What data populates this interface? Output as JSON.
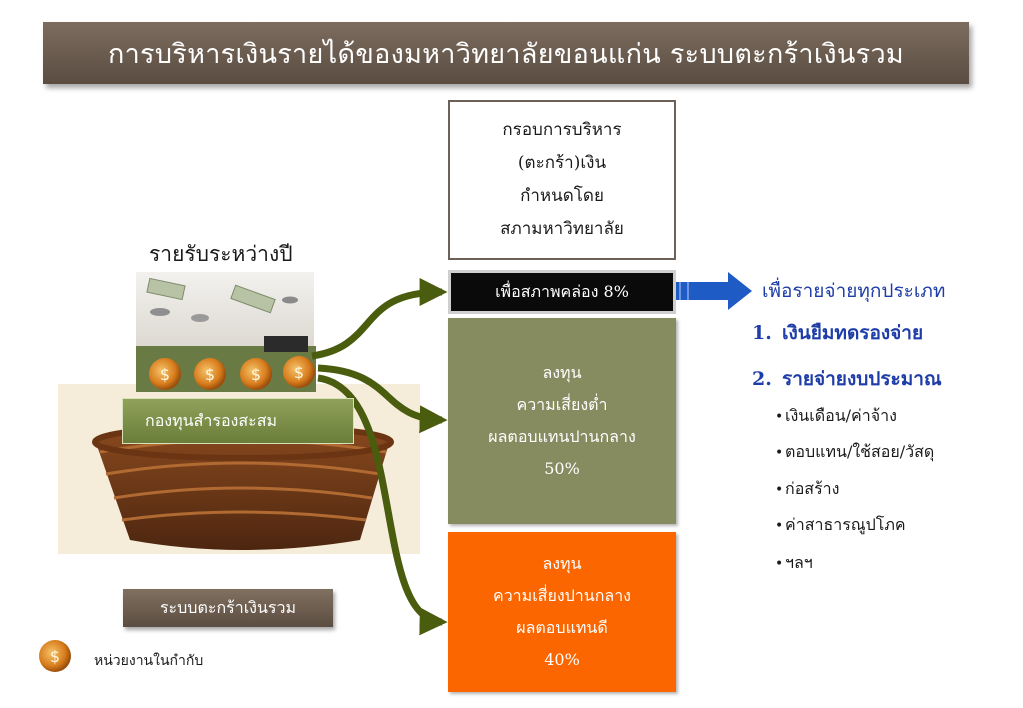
{
  "title": "การบริหารเงินรายได้ของมหาวิทยาลัยขอนแก่น ระบบตะกร้าเงินรวม",
  "frame_box": {
    "lines": [
      "กรอบการบริหาร",
      "(ตะกร้า)เงิน",
      "กำหนดโดย",
      "สภามหาวิทยาลัย"
    ]
  },
  "liquidity_box": {
    "label": "เพื่อสภาพคล่อง 8%"
  },
  "low_risk_box": {
    "lines": [
      "ลงทุน",
      "ความเสี่ยงต่ำ",
      "ผลตอบแทนปานกลาง",
      "50%"
    ]
  },
  "mid_risk_box": {
    "lines": [
      "ลงทุน",
      "ความเสี่ยงปานกลาง",
      "ผลตอบแทนดี",
      "40%"
    ]
  },
  "income_label": "รายรับระหว่างปี",
  "fund_label": "กองทุนสำรองสะสม",
  "system_label": "ระบบตะกร้าเงินรวม",
  "legend": {
    "icon": "money-bag-icon",
    "label": "หน่วยงานในกำกับ"
  },
  "expenses": {
    "title": "เพื่อรายจ่ายทุกประเภท",
    "numbered": [
      {
        "n": "1.",
        "label": "เงินยืมทดรองจ่าย"
      },
      {
        "n": "2.",
        "label": "รายจ่ายงบประมาณ"
      }
    ],
    "bullets": [
      "เงินเดือน/ค่าจ้าง",
      "ตอบแทน/ใช้สอย/วัสดุ",
      "ก่อสร้าง",
      "ค่าสาธารณูปโภค",
      "ฯลฯ"
    ]
  },
  "colors": {
    "banner": "#6b5d51",
    "low_risk": "#878c60",
    "mid_risk": "#fb6600",
    "liquidity": "#0a0a0a",
    "arrow_green": "#4a5c0e",
    "arrow_blue": "#1f5bc4",
    "text_blue": "#1f3da8"
  }
}
